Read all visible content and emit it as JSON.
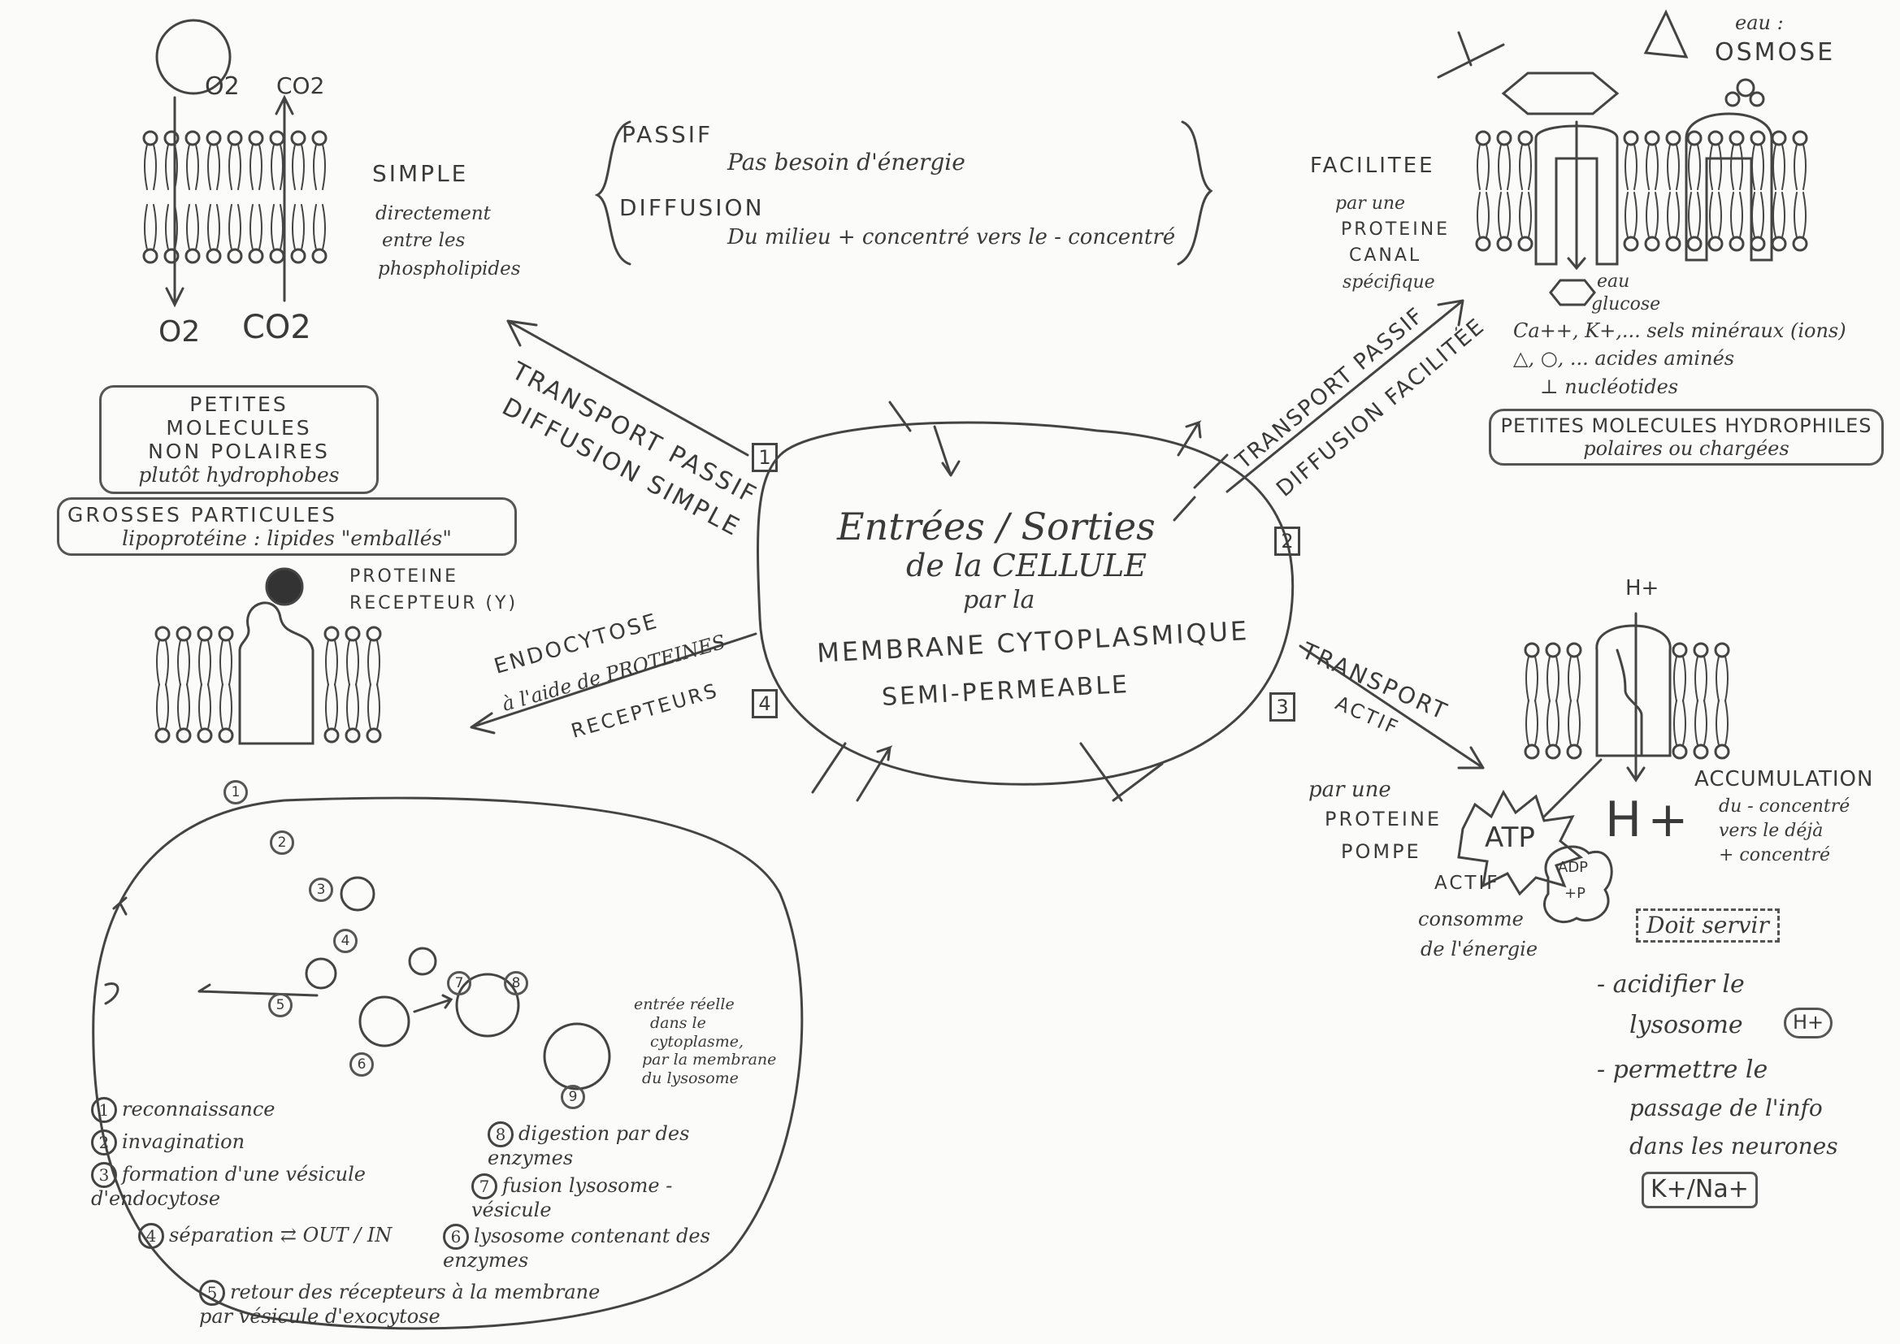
{
  "center": {
    "line1": "Entrées / Sorties",
    "line2": "de la CELLULE",
    "line3": "par la",
    "line4": "MEMBRANE CYTOPLASMIQUE",
    "line5": "SEMI-PERMEABLE"
  },
  "definition": {
    "passif": "PASSIF",
    "passif_desc": "Pas besoin d'énergie",
    "diffusion": "DIFFUSION",
    "diffusion_desc": "Du milieu + concentré vers le - concentré"
  },
  "branch1": {
    "number": "1",
    "line1": "TRANSPORT PASSIF",
    "line2": "DIFFUSION SIMPLE",
    "o2_top": "O2",
    "co2_top": "CO2",
    "o2_bottom": "O2",
    "co2_bottom": "CO2",
    "title": "SIMPLE",
    "desc": [
      "directement",
      "entre les",
      "phospholipides"
    ],
    "box": [
      "PETITES MOLECULES",
      "NON POLAIRES",
      "plutôt hydrophobes"
    ]
  },
  "branch2": {
    "number": "2",
    "line1": "TRANSPORT PASSIF",
    "line2": "DIFFUSION FACILITÉE",
    "title": "FACILITEE",
    "desc": [
      "par une",
      "PROTEINE",
      "CANAL",
      "spécifique"
    ],
    "osmose": [
      "eau :",
      "OSMOSE"
    ],
    "eau": "eau",
    "glucose": "glucose",
    "molecules": [
      "Ca++, K+,... sels minéraux (ions)",
      "△, ○, ... acides aminés",
      "⊥ nucléotides"
    ],
    "box": [
      "PETITES MOLECULES HYDROPHILES",
      "polaires ou chargées"
    ]
  },
  "branch3": {
    "number": "3",
    "line1": "TRANSPORT",
    "line2": "ACTIF",
    "hplus_top": "H+",
    "hplus_bottom": "H +",
    "pump": [
      "par une",
      "PROTEINE",
      "POMPE"
    ],
    "atp": "ATP",
    "adp": [
      "ADP",
      "+P"
    ],
    "actif": [
      "ACTIF",
      "consomme",
      "de l'énergie"
    ],
    "accumulation": [
      "ACCUMULATION",
      "du - concentré",
      "vers le déjà",
      "+ concentré"
    ],
    "doit_servir": "Doit servir",
    "uses": [
      {
        "text": [
          "- acidifier le",
          "lysosome"
        ],
        "badge": "H+"
      },
      {
        "text": [
          "- permettre le",
          "passage de l'info",
          "dans les neurones"
        ],
        "badge": "K+/Na+"
      }
    ]
  },
  "branch4": {
    "number": "4",
    "line1": "ENDOCYTOSE",
    "line2": "à l'aide de PROTEINES",
    "line3": "RECEPTEURS",
    "particles_box": [
      "GROSSES PARTICULES",
      "lipoprotéine : lipides \"emballés\""
    ],
    "receptor": [
      "PROTEINE",
      "RECEPTEUR (Y)"
    ],
    "step9_note": [
      "entrée réelle",
      "dans le",
      "cytoplasme,",
      "par la membrane",
      "du lysosome"
    ],
    "steps_left": [
      {
        "n": "1",
        "text": "reconnaissance"
      },
      {
        "n": "2",
        "text": "invagination"
      },
      {
        "n": "3",
        "text": "formation d'une vésicule d'endocytose"
      },
      {
        "n": "4",
        "text": "séparation ⇄ OUT / IN"
      },
      {
        "n": "5",
        "text": "retour des récepteurs à la membrane par vésicule d'exocytose"
      }
    ],
    "steps_right": [
      {
        "n": "8",
        "text": "digestion par des enzymes"
      },
      {
        "n": "7",
        "text": "fusion lysosome - vésicule"
      },
      {
        "n": "6",
        "text": "lysosome contenant des enzymes"
      }
    ],
    "diagram_numbers": [
      "1",
      "2",
      "3",
      "4",
      "5",
      "6",
      "7",
      "8",
      "9"
    ]
  }
}
